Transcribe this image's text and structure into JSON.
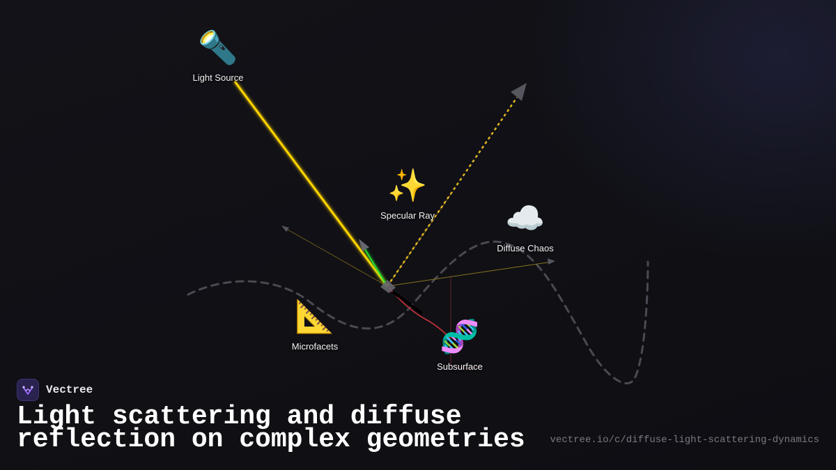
{
  "nodes": {
    "light_source": {
      "icon": "flashlight-icon",
      "emoji": "🔦",
      "label": "Light Source"
    },
    "specular_ray": {
      "icon": "sparkles-icon",
      "emoji": "✨",
      "label": "Specular Ray"
    },
    "diffuse_chaos": {
      "icon": "cloud-icon",
      "emoji": "☁️",
      "label": "Diffuse Chaos"
    },
    "microfacets": {
      "icon": "triangular-ruler-icon",
      "emoji": "📐",
      "label": "Microfacets"
    },
    "subsurface": {
      "icon": "dna-icon",
      "emoji": "🧬",
      "label": "Subsurface"
    }
  },
  "brand": {
    "name": "Vectree",
    "logo_icon": "vectree-logo-icon"
  },
  "title": "Light scattering and diffuse reflection on complex geometries",
  "url": "vectree.io/c/diffuse-light-scattering-dynamics",
  "colors": {
    "incident_ray": "#ffd400",
    "specular_ray": "#e0b422",
    "normal_arrow": "#22dd33",
    "subsurface_path": "#c0303a",
    "diffuse_rays": "#8a7420",
    "surface_curve": "#4a4a52",
    "accent": "#8a5cff"
  }
}
